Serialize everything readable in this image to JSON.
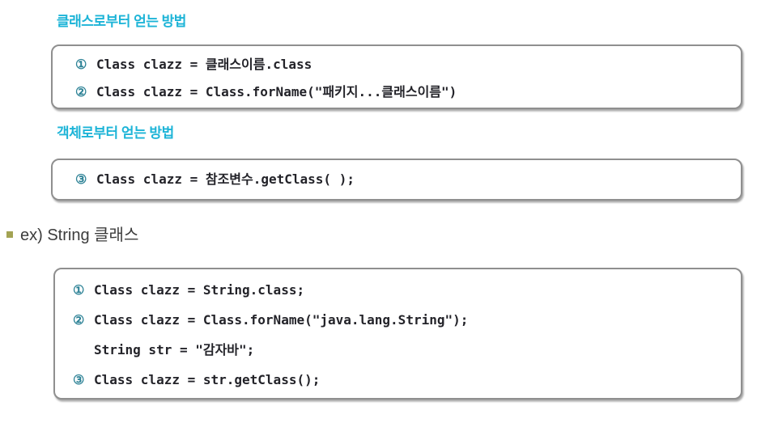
{
  "slide": {
    "heading_from_class": "클래스로부터 얻는 방법",
    "heading_from_object": "객체로부터 얻는 방법",
    "example_bullet": "ex) String 클래스",
    "colors": {
      "heading_accent": "#1db4d7",
      "circled_number": "#2d8296",
      "code_text": "#232329",
      "box_border": "#8f8f8f",
      "bullet_square": "#a3a353",
      "body_text": "#3c3c3c",
      "background": "#ffffff"
    },
    "boxes": {
      "from_class": {
        "lines": [
          {
            "marker": "①",
            "code": "Class clazz = 클래스이름.class"
          },
          {
            "marker": "②",
            "code": "Class clazz = Class.forName(\"패키지...클래스이름\")"
          }
        ]
      },
      "from_object": {
        "lines": [
          {
            "marker": "③",
            "code": "Class clazz = 참조변수.getClass( );"
          }
        ]
      },
      "string_example": {
        "lines": [
          {
            "marker": "①",
            "code": "Class clazz = String.class;"
          },
          {
            "marker": "②",
            "code": "Class clazz = Class.forName(\"java.lang.String\");"
          },
          {
            "marker": "",
            "code": "String str = \"감자바\";"
          },
          {
            "marker": "③",
            "code": "Class clazz = str.getClass();"
          }
        ]
      }
    }
  }
}
